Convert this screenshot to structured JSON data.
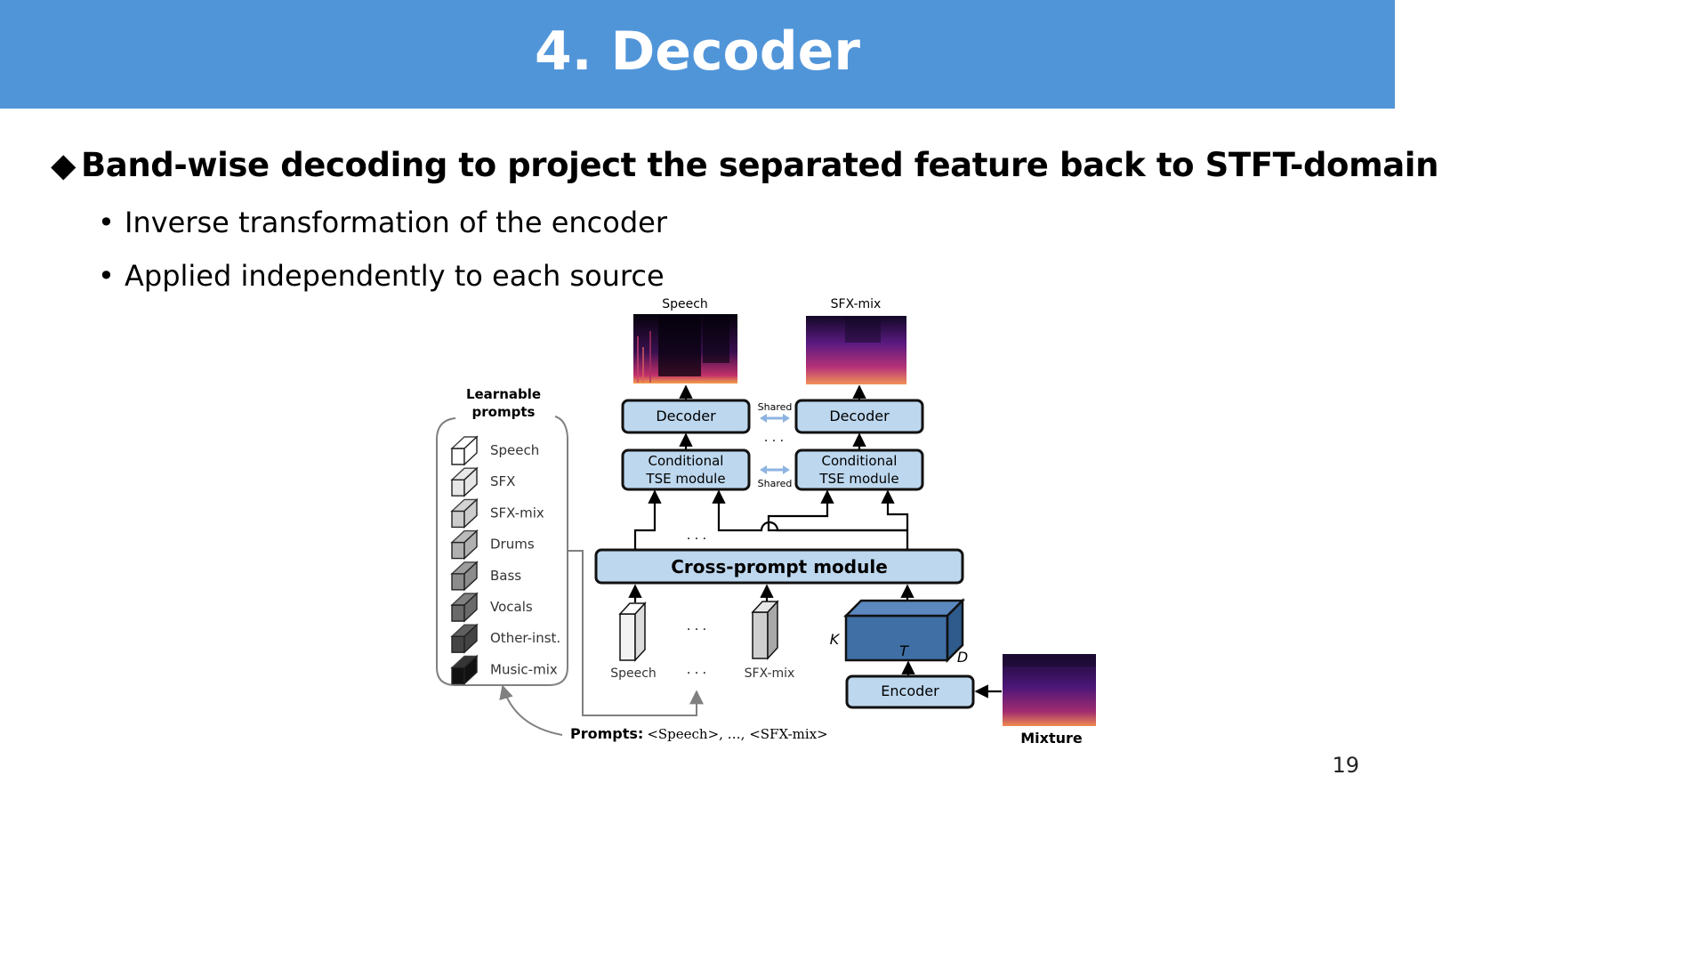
{
  "slide": {
    "title": "4. Decoder",
    "bullet_main": "Band-wise decoding to project the separated feature back to STFT-domain",
    "diamond_glyph": "◆",
    "bullet_dot": "•",
    "sub_bullets": [
      "Inverse transformation of the encoder",
      "Applied independently to each source"
    ],
    "page_number": "19"
  },
  "diagram": {
    "spec_titles": [
      "Speech",
      "SFX-mix"
    ],
    "decoder_label": "Decoder",
    "tse_label_line1": "Conditional",
    "tse_label_line2": "TSE module",
    "shared_label": "Shared",
    "ellipsis": "· · ·",
    "cross_prompt_label": "Cross-prompt module",
    "encoder_label": "Encoder",
    "mixture_label": "Mixture",
    "dims": {
      "k": "K",
      "t": "T",
      "d": "D"
    },
    "prompt_tokens": [
      "Speech",
      "SFX-mix"
    ],
    "prompts_bold": "Prompts:",
    "prompts_text": "<Speech>, …, <SFX-mix>",
    "learnable_title_line1": "Learnable",
    "learnable_title_line2": "prompts",
    "learnable_prompts": [
      "Speech",
      "SFX",
      "SFX-mix",
      "Drums",
      "Bass",
      "Vocals",
      "Other-inst.",
      "Music-mix"
    ],
    "prompt_shades": [
      "#ffffff",
      "#e6e6e6",
      "#cccccc",
      "#b0b0b0",
      "#8c8c8c",
      "#6a6a6a",
      "#444444",
      "#111111"
    ],
    "colors": {
      "header": "#5195d9",
      "module_fill": "#bdd7ee",
      "tensor_fill": "#3f6fa5",
      "shared_arrow": "#8db4e2"
    }
  }
}
